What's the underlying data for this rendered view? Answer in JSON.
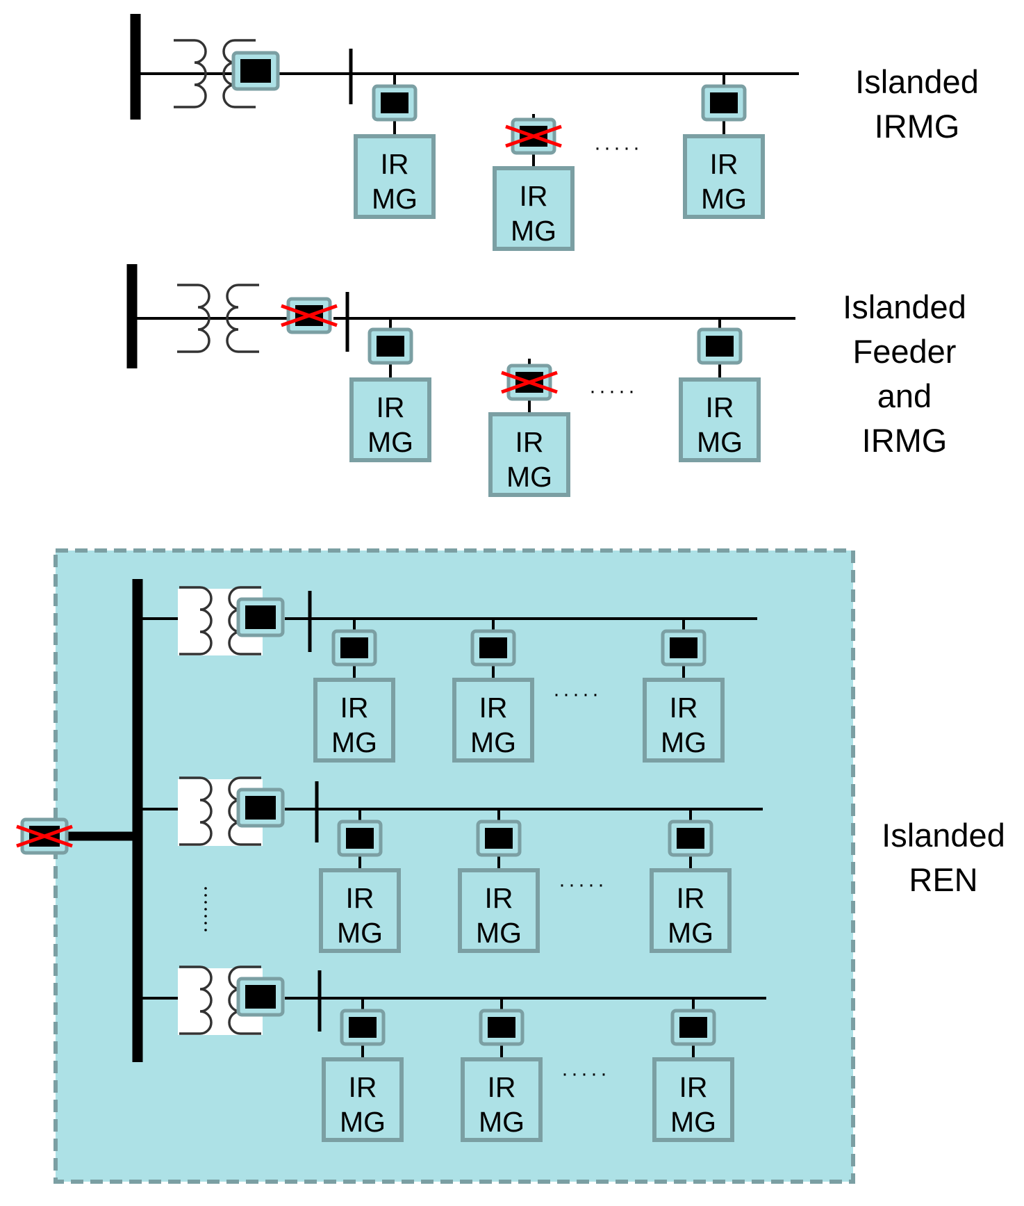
{
  "colors": {
    "panel_fill": "#ade1e6",
    "box_border": "#7b9fa3",
    "breaker": "#000000",
    "open_mark": "#ff0000",
    "line": "#000000"
  },
  "labels": {
    "mg_line1": "IR",
    "mg_line2": "MG",
    "ellipsis": "·····"
  },
  "sections": [
    {
      "id": "islanded-irmg",
      "label_lines": [
        "Islanded",
        "IRMG"
      ]
    },
    {
      "id": "islanded-feeder-irmg",
      "label_lines": [
        "Islanded",
        "Feeder",
        "and",
        "IRMG"
      ]
    },
    {
      "id": "islanded-ren",
      "label_lines": [
        "Islanded",
        "REN"
      ]
    }
  ]
}
